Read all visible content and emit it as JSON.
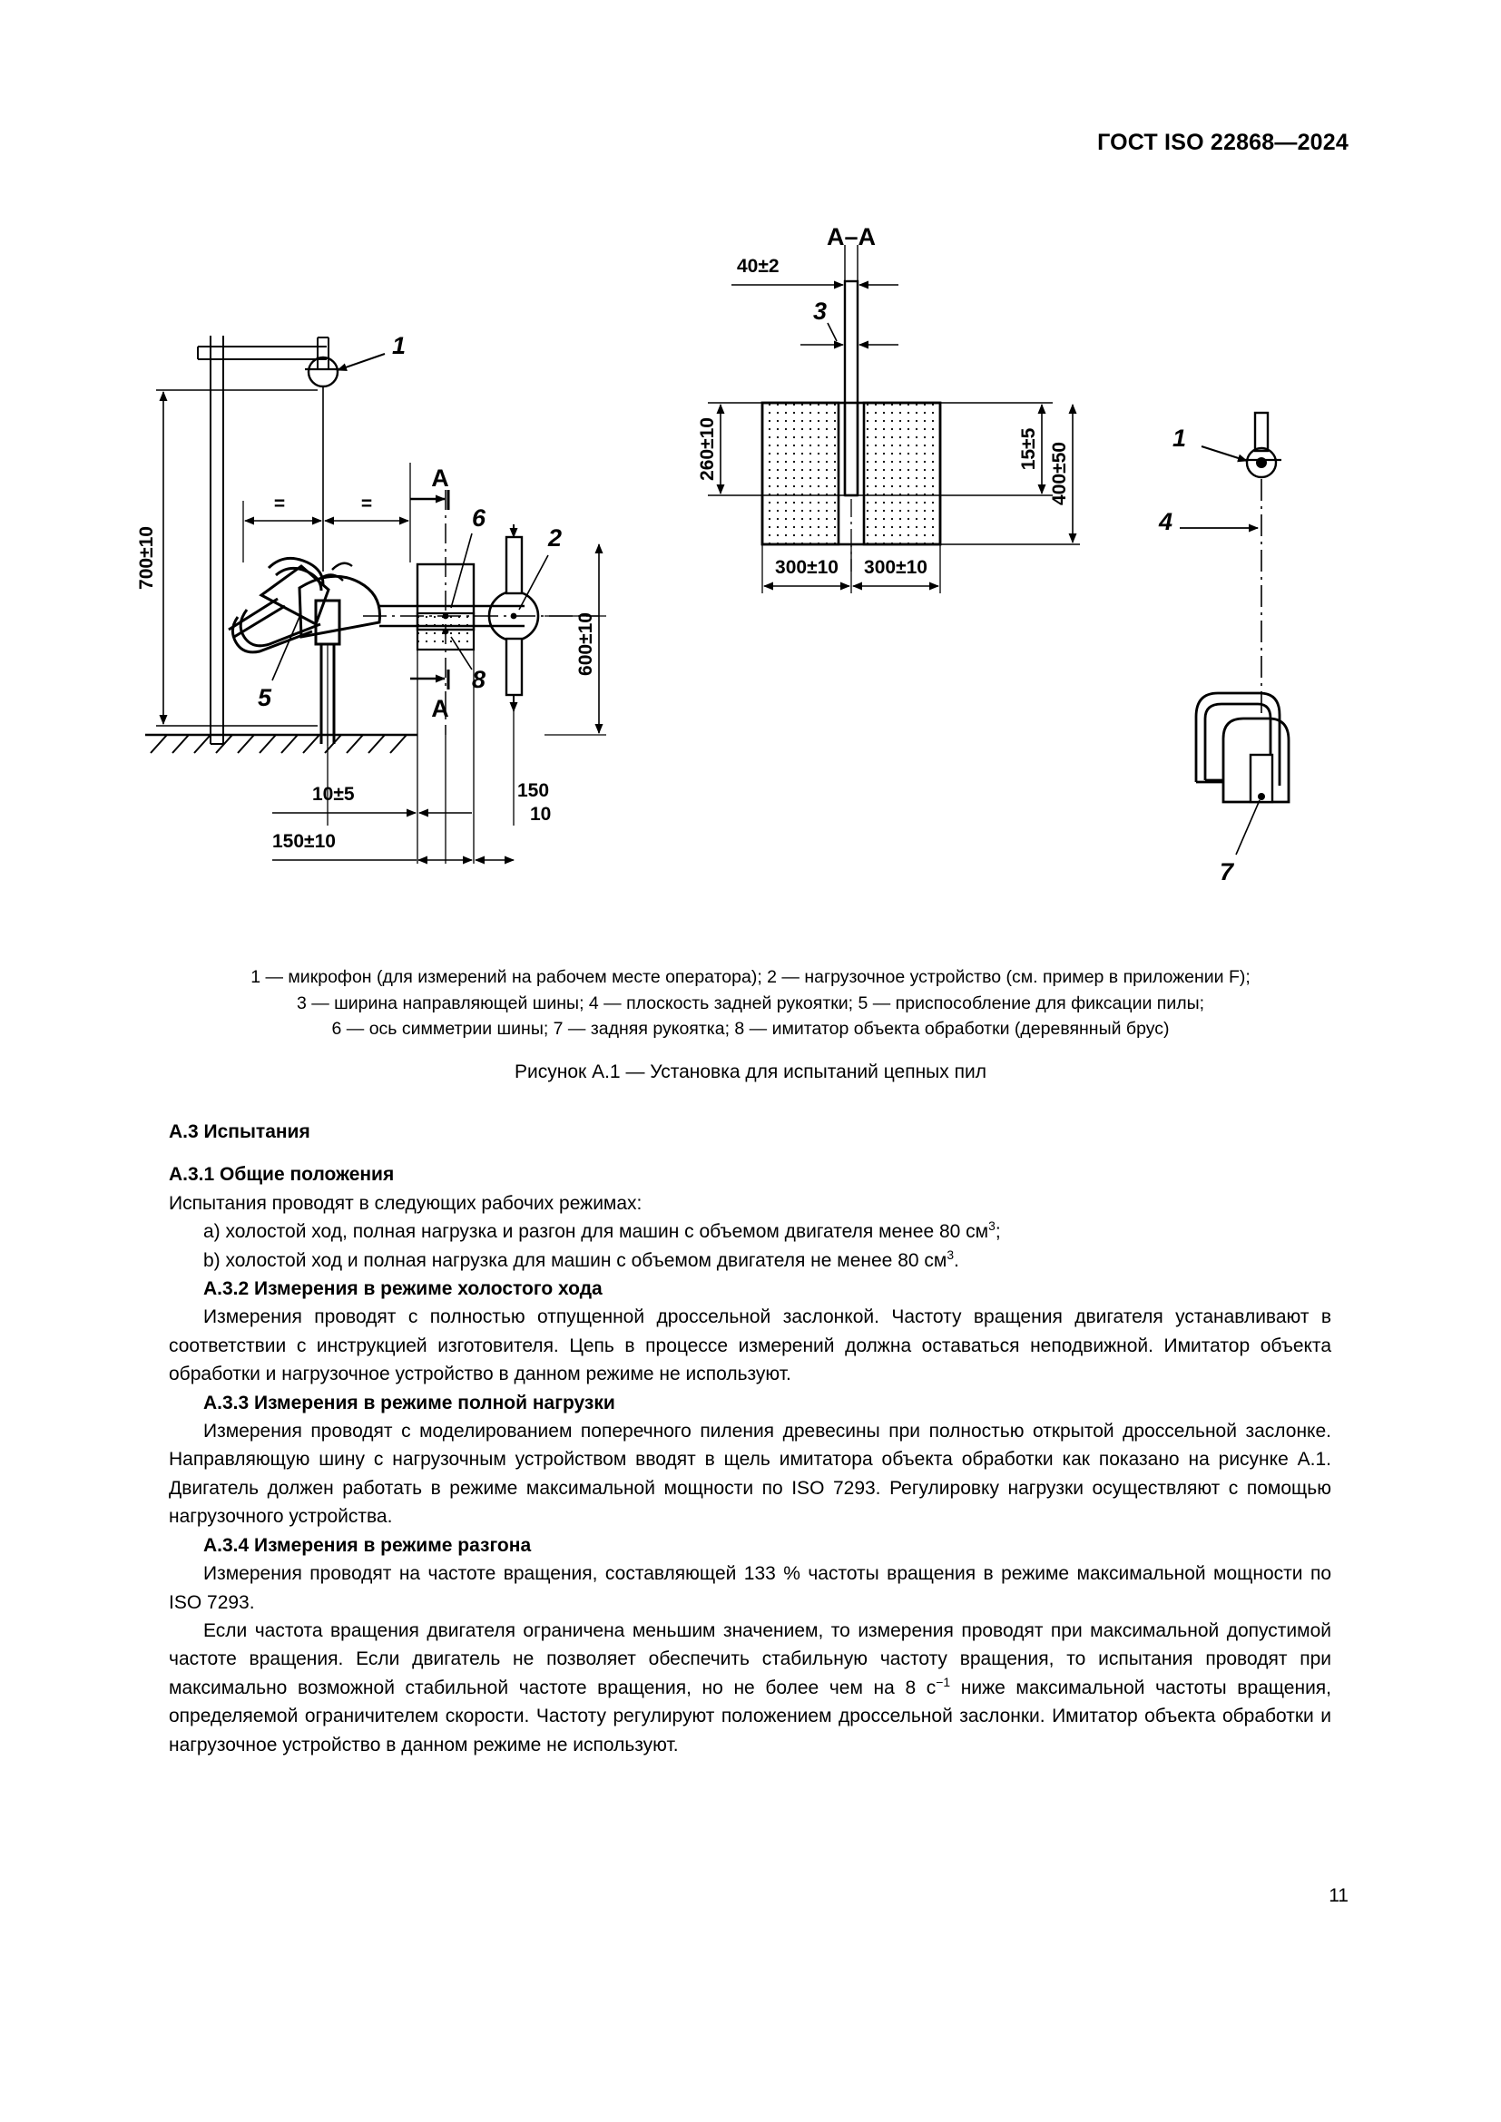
{
  "header": {
    "standard_title": "ГОСТ ISO 22868—2024"
  },
  "figure": {
    "section_view_title": "A–A",
    "dimensions": {
      "height_700": "700±10",
      "height_600": "600±10",
      "offset_10": "10±5",
      "offset_150": "150±10",
      "stacked_150": "150",
      "stacked_10": "10",
      "equal_left": "=",
      "equal_right": "=",
      "bar_width_40": "40±2",
      "block_height_260": "260±10",
      "slot_depth_15": "15±5",
      "total_height_400": "400±50",
      "block_left_300": "300±10",
      "block_right_300": "300±10"
    },
    "callouts": {
      "c1_left": "1",
      "c2": "2",
      "c3": "3",
      "c4": "4",
      "c5": "5",
      "c6": "6",
      "c7": "7",
      "c8": "8",
      "c1_right": "1",
      "section_mark_a_top": "A",
      "section_mark_a_bottom": "A"
    }
  },
  "legend": {
    "line1": "1 — микрофон (для измерений на рабочем месте оператора); 2 — нагрузочное устройство (см. пример в приложении F);",
    "line2": "3 — ширина направляющей шины; 4 — плоскость задней рукоятки; 5 — приспособление для фиксации пилы;",
    "line3": "6 — ось симметрии шины; 7 — задняя рукоятка; 8 — имитатор объекта обработки (деревянный брус)",
    "caption": "Рисунок А.1 — Установка для испытаний цепных пил"
  },
  "body": {
    "h_a3": "А.3 Испытания",
    "h_a31": "А.3.1 Общие положения",
    "p_intro": "Испытания проводят в следующих рабочих режимах:",
    "li_a": "а)  холостой ход, полная нагрузка и разгон для машин с объемом двигателя менее 80 см",
    "li_a_sup": "3",
    "li_a_tail": ";",
    "li_b": "b)  холостой ход и полная нагрузка для машин с объемом двигателя не менее 80 см",
    "li_b_sup": "3",
    "li_b_tail": ".",
    "h_a32": "А.3.2 Измерения в режиме холостого хода",
    "p_a32": "Измерения проводят с полностью отпущенной дроссельной заслонкой. Частоту вращения двигателя устанавливают в соответствии с инструкцией изготовителя. Цепь в процессе измерений должна оставаться неподвижной. Имитатор объекта обработки и нагрузочное устройство в данном режиме не используют.",
    "h_a33": "А.3.3 Измерения в режиме полной нагрузки",
    "p_a33": "Измерения проводят с моделированием поперечного пиления древесины при полностью открытой дроссельной заслонке. Направляющую шину с нагрузочным устройством вводят в щель имитатора объекта обработки как показано на рисунке А.1. Двигатель должен работать в режиме максимальной мощности по ISO 7293. Регулировку нагрузки осуществляют с помощью нагрузочного устройства.",
    "h_a34": "А.3.4 Измерения в режиме разгона",
    "p_a34_1": "Измерения проводят на частоте вращения, составляющей 133 % частоты вращения в режиме максимальной мощности по ISO 7293.",
    "p_a34_2a": "Если частота вращения двигателя ограничена меньшим значением, то измерения проводят при максимальной допустимой частоте вращения. Если двигатель не позволяет обеспечить стабильную частоту вращения, то испытания проводят при максимально возможной стабильной частоте вращения, но не более чем на 8 с",
    "p_a34_2_sup": "−1",
    "p_a34_2b": " ниже максимальной частоты вращения, определяемой ограничителем скорости. Частоту регулируют положением дроссельной заслонки. Имитатор объекта обработки и нагрузочное устройство в данном режиме не используют."
  },
  "footer": {
    "page_number": "11"
  }
}
